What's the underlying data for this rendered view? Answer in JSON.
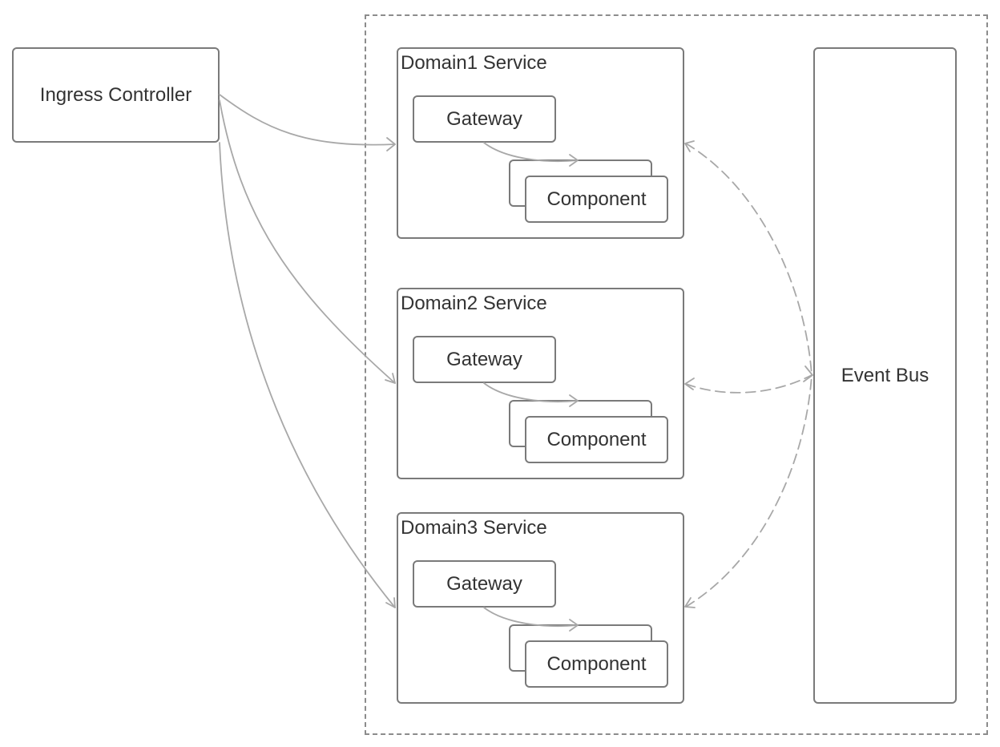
{
  "ingress": {
    "label": "Ingress Controller"
  },
  "event_bus": {
    "label": "Event Bus"
  },
  "domains": [
    {
      "title": "Domain1 Service",
      "gateway": "Gateway",
      "component": "Component"
    },
    {
      "title": "Domain2 Service",
      "gateway": "Gateway",
      "component": "Component"
    },
    {
      "title": "Domain3 Service",
      "gateway": "Gateway",
      "component": "Component"
    }
  ],
  "colors": {
    "border": "#7a7a7a",
    "arrow": "#a8a8a8",
    "text": "#333333"
  }
}
